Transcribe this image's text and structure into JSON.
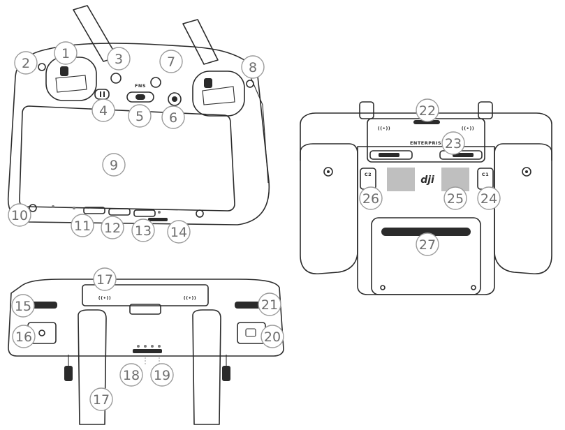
{
  "device": {
    "mode_switch_label": "FNS",
    "back_brand_text": "ENTERPRISE",
    "logo_text": "dji",
    "c1_label": "C1",
    "c2_label": "C2",
    "antenna_icon_text": "((•))"
  },
  "callouts": [
    {
      "id": "c1",
      "label": "1"
    },
    {
      "id": "c2",
      "label": "2"
    },
    {
      "id": "c3",
      "label": "3"
    },
    {
      "id": "c4",
      "label": "4"
    },
    {
      "id": "c5",
      "label": "5"
    },
    {
      "id": "c6",
      "label": "6"
    },
    {
      "id": "c7",
      "label": "7"
    },
    {
      "id": "c8",
      "label": "8"
    },
    {
      "id": "c9",
      "label": "9"
    },
    {
      "id": "c10",
      "label": "10"
    },
    {
      "id": "c11",
      "label": "11"
    },
    {
      "id": "c12",
      "label": "12"
    },
    {
      "id": "c13",
      "label": "13"
    },
    {
      "id": "c14",
      "label": "14"
    },
    {
      "id": "c15",
      "label": "15"
    },
    {
      "id": "c16",
      "label": "16"
    },
    {
      "id": "c17a",
      "label": "17"
    },
    {
      "id": "c17b",
      "label": "17"
    },
    {
      "id": "c18",
      "label": "18"
    },
    {
      "id": "c19",
      "label": "19"
    },
    {
      "id": "c20",
      "label": "20"
    },
    {
      "id": "c21",
      "label": "21"
    },
    {
      "id": "c22",
      "label": "22"
    },
    {
      "id": "c23",
      "label": "23"
    },
    {
      "id": "c24",
      "label": "24"
    },
    {
      "id": "c25",
      "label": "25"
    },
    {
      "id": "c26",
      "label": "26"
    },
    {
      "id": "c27",
      "label": "27"
    }
  ]
}
